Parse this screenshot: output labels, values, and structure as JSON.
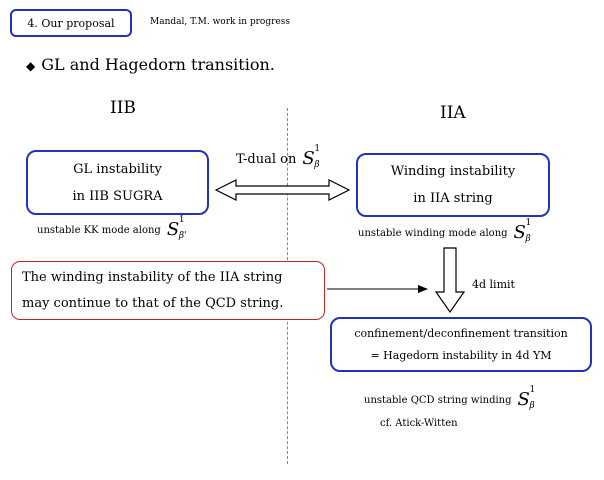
{
  "header": {
    "section_tag": "4. Our proposal",
    "note": "Mandal, T.M. work in progress",
    "title": "GL and Hagedorn transition."
  },
  "columns": {
    "left": "IIB",
    "right": "IIA"
  },
  "gl_box": {
    "line1": "GL instability",
    "line2": "in IIB SUGRA"
  },
  "winding_box": {
    "line1": "Winding instability",
    "line2": "in IIA string"
  },
  "t_dual": {
    "label": "T-dual on",
    "symbol": "S",
    "superscript": "1",
    "subscript": "β"
  },
  "iib_mode": {
    "label": "unstable KK mode along",
    "symbol": "S",
    "superscript": "1",
    "subscript": "β'"
  },
  "iia_mode": {
    "label": "unstable winding mode along",
    "symbol": "S",
    "superscript": "1",
    "subscript": "β"
  },
  "proposal_box": {
    "line1": "The winding instability of the IIA string",
    "line2": "may continue to that of the QCD string."
  },
  "limit_label": "4d limit",
  "confinement_box": {
    "line1": "confinement/deconfinement transition",
    "line2": "= Hagedorn instability in 4d YM"
  },
  "qcd_winding": {
    "label": "unstable QCD string winding",
    "symbol": "S",
    "superscript": "1",
    "subscript": "β"
  },
  "reference": "cf. Atick-Witten",
  "colors": {
    "box_border": "#2233bb",
    "proposal_border": "#cc2222"
  }
}
